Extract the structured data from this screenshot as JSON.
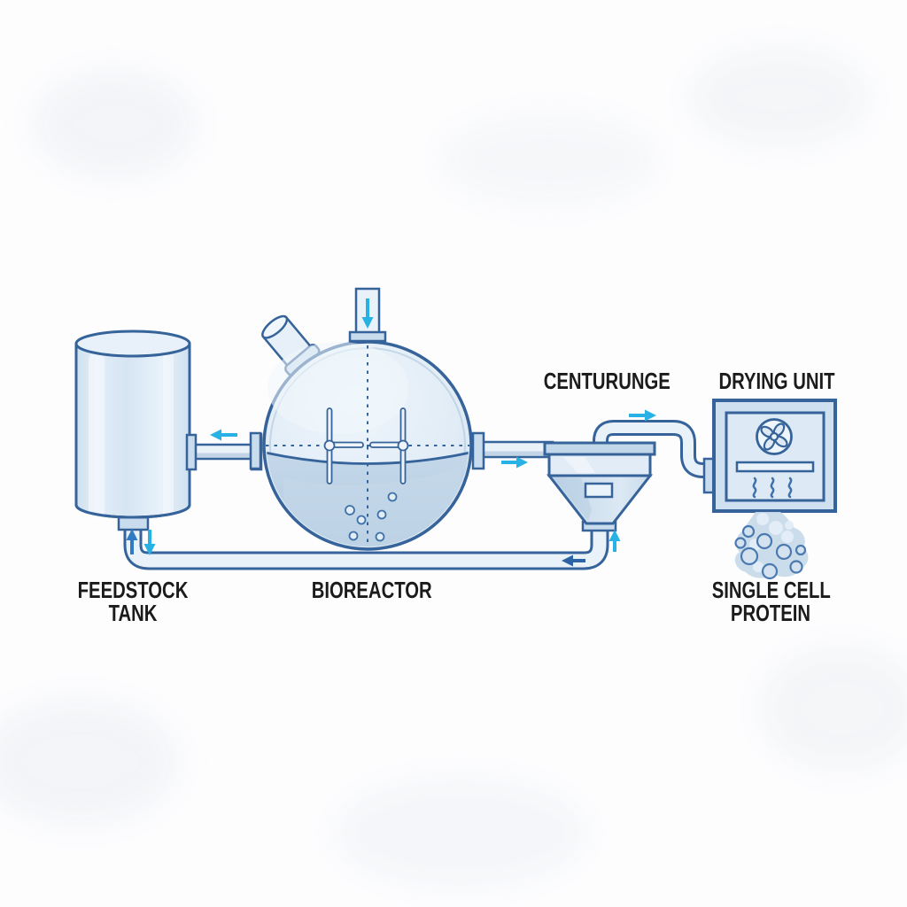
{
  "diagram": {
    "title": "Single Cell Protein production process",
    "type": "process-flow-diagram"
  },
  "labels": {
    "feedstock_line1": "FEEDSTOCK",
    "feedstock_line2": "TANK",
    "bioreactor": "BIOREACTOR",
    "centrifuge": "CENTURUNGE",
    "drying_unit": "DRYING UNIT",
    "product_line1": "SINGLE CELL",
    "product_line2": "PROTEIN"
  },
  "components": [
    {
      "id": "feedstock-tank",
      "label": "FEEDSTOCK TANK",
      "shape": "cylinder"
    },
    {
      "id": "bioreactor",
      "label": "BIOREACTOR",
      "shape": "sphere",
      "details": [
        "top-inlet-pipe",
        "angled-nozzle",
        "two-impellers",
        "liquid-half-full",
        "bubbles",
        "dashed-center-axes"
      ]
    },
    {
      "id": "centrifuge",
      "label": "CENTURUNGE",
      "shape": "funnel-cone"
    },
    {
      "id": "drying-unit",
      "label": "DRYING UNIT",
      "shape": "box",
      "icons": [
        "fan-icon",
        "slot-vent",
        "heat-waves-icon"
      ]
    },
    {
      "id": "single-cell-protein",
      "label": "SINGLE CELL PROTEIN",
      "shape": "powder-pile"
    }
  ],
  "flows": [
    {
      "from": "bioreactor",
      "to": "feedstock-tank",
      "arrow": "left",
      "color": "cyan"
    },
    {
      "from": "feedstock-tank",
      "to": "loop",
      "arrow": "up-and-down-pair",
      "color": "blue-and-cyan"
    },
    {
      "from": "top-inlet",
      "to": "bioreactor",
      "arrow": "down",
      "color": "cyan"
    },
    {
      "from": "bioreactor",
      "to": "centrifuge",
      "arrow": "right",
      "color": "cyan"
    },
    {
      "from": "centrifuge",
      "to": "drying-unit",
      "arrow": "right",
      "color": "cyan"
    },
    {
      "from": "centrifuge-bottom",
      "to": "return-pipe",
      "arrow": "up",
      "color": "cyan"
    },
    {
      "from": "return-pipe",
      "to": "feedstock-tank",
      "arrow": "left",
      "color": "dark-blue"
    }
  ],
  "colors": {
    "outline": "#35639a",
    "vessel_fill_light": "#e7f0f9",
    "vessel_fill_mid": "#d7e5f2",
    "liquid": "#bcd1e5",
    "flange": "#c9dcee",
    "arrow_cyan": "#27b1e4",
    "arrow_blue": "#2f7cc4",
    "arrow_dark_blue": "#2b63a5",
    "label_text": "#1b1b1b",
    "background": "#fdfdfe"
  }
}
